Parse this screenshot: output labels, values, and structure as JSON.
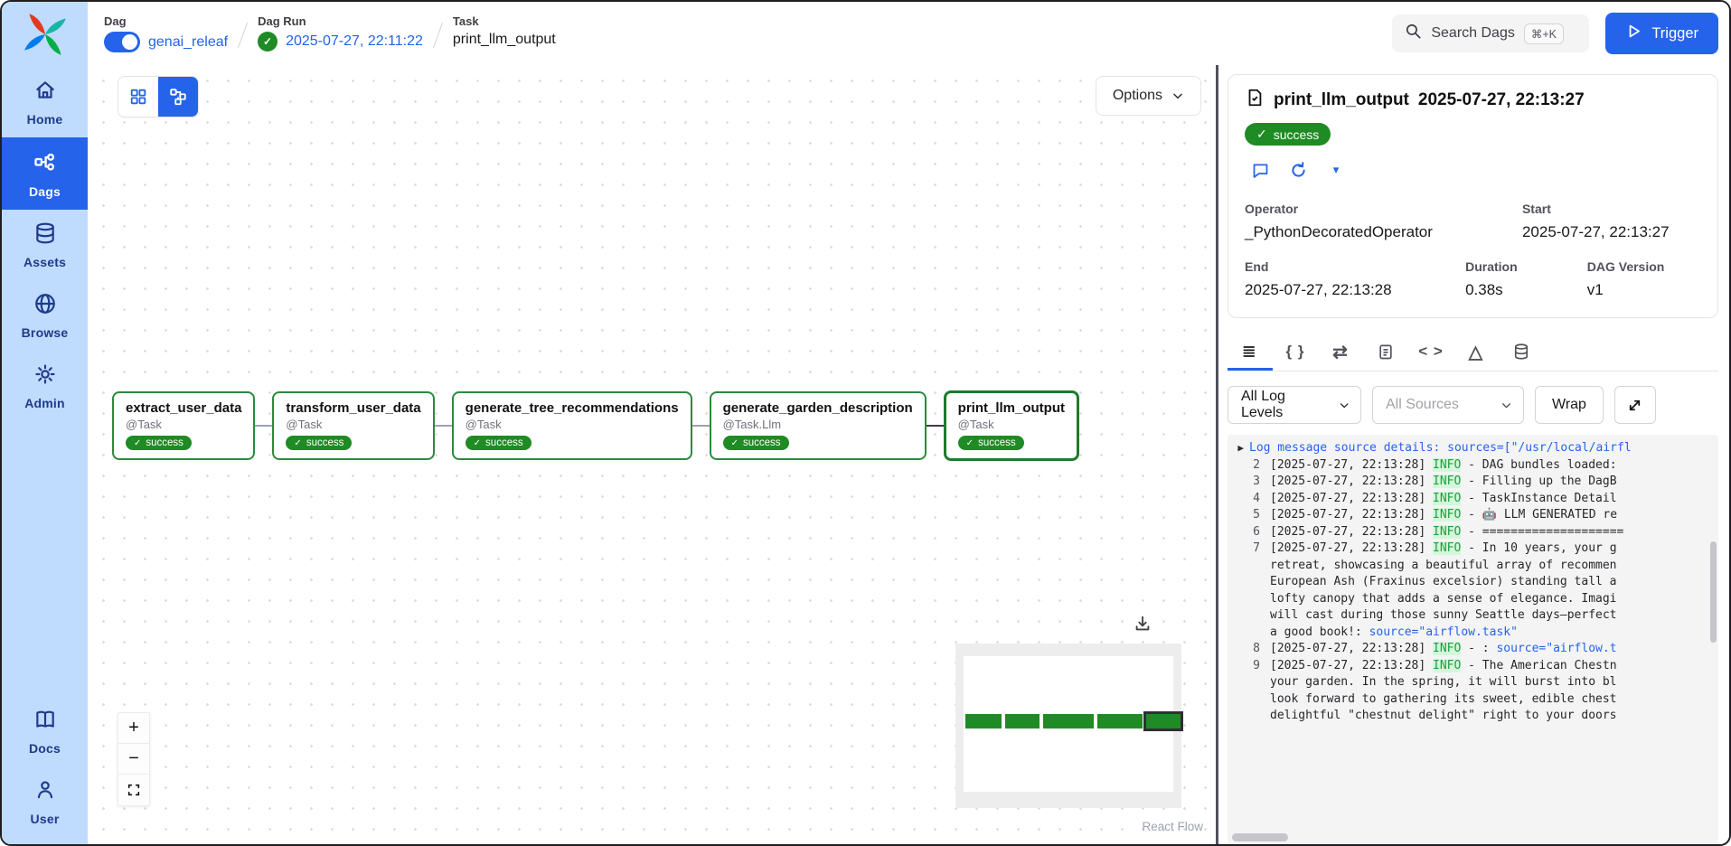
{
  "header": {
    "breadcrumb": {
      "dag_label": "Dag",
      "dag_value": "genai_releaf",
      "run_label": "Dag Run",
      "run_value": "2025-07-27, 22:11:22",
      "task_label": "Task",
      "task_value": "print_llm_output"
    },
    "search_placeholder": "Search Dags",
    "search_shortcut": "⌘+K",
    "trigger_label": "Trigger"
  },
  "sidebar": {
    "items": [
      {
        "label": "Home",
        "active": false
      },
      {
        "label": "Dags",
        "active": true
      },
      {
        "label": "Assets",
        "active": false
      },
      {
        "label": "Browse",
        "active": false
      },
      {
        "label": "Admin",
        "active": false
      }
    ],
    "bottom_items": [
      {
        "label": "Docs"
      },
      {
        "label": "User"
      }
    ]
  },
  "graph": {
    "options_label": "Options",
    "attribution": "React Flow",
    "nodes": [
      {
        "name": "extract_user_data",
        "decorator": "@Task",
        "state": "success",
        "selected": false
      },
      {
        "name": "transform_user_data",
        "decorator": "@Task",
        "state": "success",
        "selected": false
      },
      {
        "name": "generate_tree_recommendations",
        "decorator": "@Task",
        "state": "success",
        "selected": false
      },
      {
        "name": "generate_garden_description",
        "decorator": "@Task.Llm",
        "state": "success",
        "selected": false
      },
      {
        "name": "print_llm_output",
        "decorator": "@Task",
        "state": "success",
        "selected": true
      }
    ],
    "minimap_bars": [
      40,
      38,
      56,
      50,
      38
    ]
  },
  "task_panel": {
    "title": "print_llm_output",
    "timestamp": "2025-07-27, 22:13:27",
    "state": "success",
    "operator_label": "Operator",
    "operator": "_PythonDecoratedOperator",
    "start_label": "Start",
    "start": "2025-07-27, 22:13:27",
    "end_label": "End",
    "end": "2025-07-27, 22:13:28",
    "duration_label": "Duration",
    "duration": "0.38s",
    "dag_version_label": "DAG Version",
    "dag_version": "v1"
  },
  "log": {
    "levels_filter": "All Log Levels",
    "sources_filter": "All Sources",
    "wrap_label": "Wrap",
    "lines": [
      {
        "arrow": true,
        "parts": [
          {
            "text": "Log message source details: sources=[\"/usr/local/airfl",
            "style": "link"
          }
        ]
      },
      {
        "num": "2",
        "parts": [
          {
            "text": "[2025-07-27, 22:13:28] "
          },
          {
            "text": "INFO",
            "style": "info"
          },
          {
            "text": " - DAG bundles loaded:"
          }
        ]
      },
      {
        "num": "3",
        "parts": [
          {
            "text": "[2025-07-27, 22:13:28] "
          },
          {
            "text": "INFO",
            "style": "info"
          },
          {
            "text": " - Filling up the DagB"
          }
        ]
      },
      {
        "num": "4",
        "parts": [
          {
            "text": "[2025-07-27, 22:13:28] "
          },
          {
            "text": "INFO",
            "style": "info"
          },
          {
            "text": " - TaskInstance Detail"
          }
        ]
      },
      {
        "num": "5",
        "parts": [
          {
            "text": "[2025-07-27, 22:13:28] "
          },
          {
            "text": "INFO",
            "style": "info"
          },
          {
            "text": " - 🤖 LLM GENERATED re"
          }
        ]
      },
      {
        "num": "6",
        "parts": [
          {
            "text": "[2025-07-27, 22:13:28] "
          },
          {
            "text": "INFO",
            "style": "info"
          },
          {
            "text": " - ===================="
          }
        ]
      },
      {
        "num": "7",
        "parts": [
          {
            "text": "[2025-07-27, 22:13:28] "
          },
          {
            "text": "INFO",
            "style": "info"
          },
          {
            "text": " - In 10 years, your g"
          }
        ]
      },
      {
        "num": "",
        "parts": [
          {
            "text": "retreat, showcasing a beautiful array of recommen"
          }
        ]
      },
      {
        "num": "",
        "parts": [
          {
            "text": "European Ash (Fraxinus excelsior) standing tall a"
          }
        ]
      },
      {
        "num": "",
        "parts": [
          {
            "text": "lofty canopy that adds a sense of elegance. Imagi"
          }
        ]
      },
      {
        "num": "",
        "parts": [
          {
            "text": "will cast during those sunny Seattle days—perfect"
          }
        ]
      },
      {
        "num": "",
        "parts": [
          {
            "text": "a good book!: "
          },
          {
            "text": "source=\"airflow.task\"",
            "style": "link"
          }
        ]
      },
      {
        "num": "8",
        "parts": [
          {
            "text": "[2025-07-27, 22:13:28] "
          },
          {
            "text": "INFO",
            "style": "info"
          },
          {
            "text": " - : "
          },
          {
            "text": "source=\"airflow.t",
            "style": "link"
          }
        ]
      },
      {
        "num": "9",
        "parts": [
          {
            "text": "[2025-07-27, 22:13:28] "
          },
          {
            "text": "INFO",
            "style": "info"
          },
          {
            "text": " - The American Chestn"
          }
        ]
      },
      {
        "num": "",
        "parts": [
          {
            "text": "your garden. In the spring, it will burst into bl"
          }
        ]
      },
      {
        "num": "",
        "parts": [
          {
            "text": "look forward to gathering its sweet, edible chest"
          }
        ]
      },
      {
        "num": "",
        "parts": [
          {
            "text": "delightful \"chestnut delight\" right to your doors"
          }
        ]
      }
    ]
  },
  "icons": {
    "check": "✓",
    "caret_down": "▾",
    "braces": "{ }",
    "swap_arrows": "⇄",
    "code": "< >",
    "warning": "△"
  },
  "colors": {
    "accent": "#2563eb",
    "success": "#1f8b24",
    "sidebar_bg": "#bfdbfe"
  }
}
